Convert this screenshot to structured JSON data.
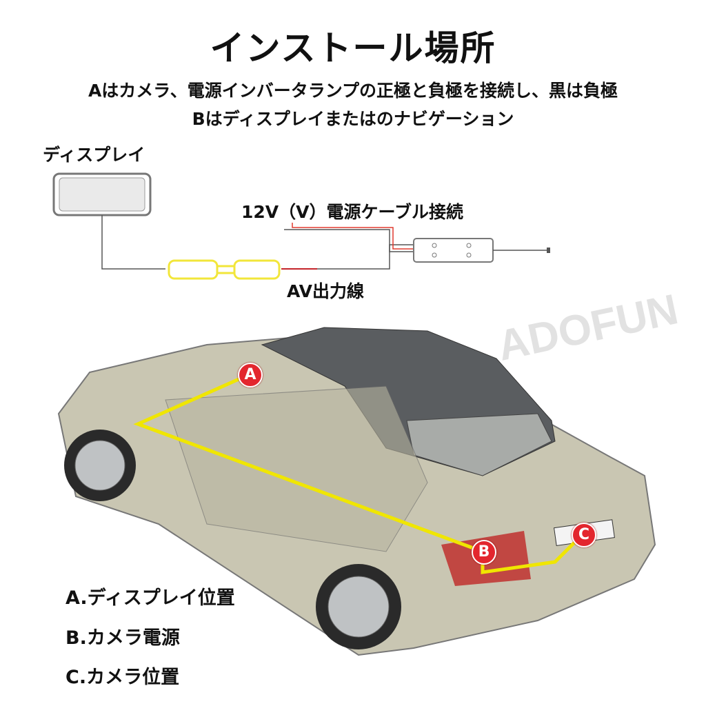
{
  "title": "インストール場所",
  "subtitle_lines": [
    "Aはカメラ、電源インバータランプの正極と負極を接続し、黒は負極",
    "Bはディスプレイまたはのナビゲーション"
  ],
  "wiring": {
    "display_label": "ディスプレイ",
    "power_label": "12V（V）電源ケーブル接続",
    "av_label": "AV出力線"
  },
  "watermark": "ADOFUN",
  "markers": {
    "a": "A",
    "b": "B",
    "c": "C"
  },
  "legend": [
    "A.ディスプレイ位置",
    "B.カメラ電源",
    "C.カメラ位置"
  ],
  "colors": {
    "marker": "#e3262e",
    "route": "#f0e600",
    "connector": "#f2e63a",
    "power_wire": "#e03a2e"
  }
}
